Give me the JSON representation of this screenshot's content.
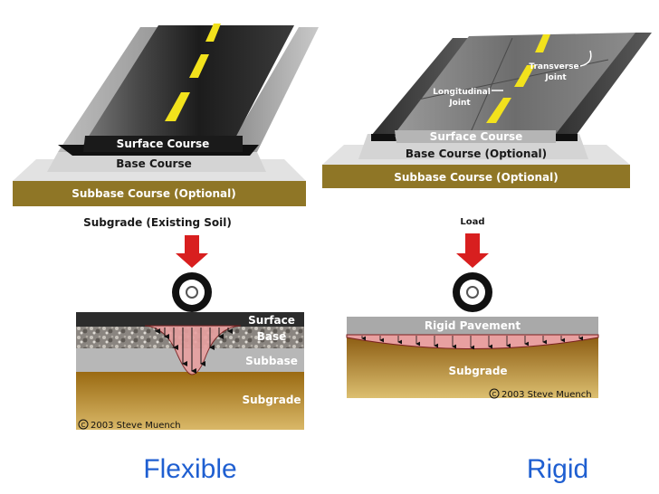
{
  "flexible": {
    "layers": {
      "surface": "Surface Course",
      "base": "Base Course",
      "subbase": "Subbase Course (Optional)",
      "subgrade": "Subgrade (Existing Soil)"
    },
    "section": {
      "surface": "Surface",
      "base": "Base",
      "subbase": "Subbase",
      "subgrade": "Subgrade",
      "copyright": "2003  Steve Muench"
    },
    "caption": "Flexible"
  },
  "rigid": {
    "annotations": {
      "transverse_joint": [
        "Transverse",
        "Joint"
      ],
      "longitudinal_joint": [
        "Longitudinal",
        "Joint"
      ]
    },
    "layers": {
      "surface": "Surface Course",
      "base": "Base Course (Optional)",
      "subbase": "Subbase Course (Optional)"
    },
    "load_label": "Load",
    "section": {
      "pavement": "Rigid Pavement",
      "subgrade": "Subgrade",
      "copyright": "2003  Steve Muench"
    },
    "caption": "Rigid"
  },
  "colors": {
    "asphalt": "#2a2a2a",
    "concrete": "#a9a9a9",
    "base": "#d4d4d4",
    "subbase": "#8f7626",
    "arrow_red": "#d81f1f",
    "caption_blue": "#1f5fd1"
  }
}
